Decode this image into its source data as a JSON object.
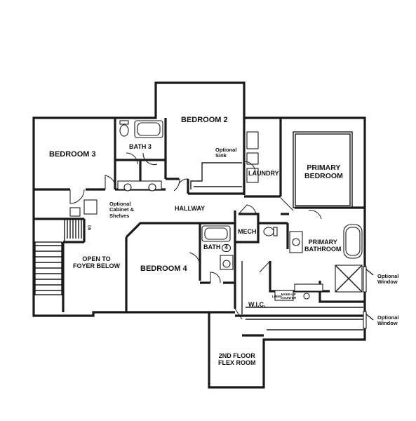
{
  "rooms": {
    "bedroom2": "BEDROOM 2",
    "bedroom3": "BEDROOM 3",
    "bedroom4": "BEDROOM 4",
    "bath3": "BATH 3",
    "bath4_label": "BATH",
    "bath4_num": "4",
    "laundry": "LAUNDRY",
    "primary_bedroom_line1": "PRIMARY",
    "primary_bedroom_line2": "BEDROOM",
    "primary_bathroom_line1": "PRIMARY",
    "primary_bathroom_line2": "BATHROOM",
    "hallway": "HALLWAY",
    "mech": "MECH",
    "wic": "W.I.C.",
    "open_to_foyer_line1": "OPEN TO",
    "open_to_foyer_line2": "FOYER BELOW",
    "flex_line1": "2ND FLOOR",
    "flex_line2": "FLEX ROOM"
  },
  "notes": {
    "optional_sink_line1": "Optional",
    "optional_sink_line2": "Sink",
    "optional_cabinet_line1": "Optional",
    "optional_cabinet_line2": "Cabinet &",
    "optional_cabinet_line3": "Shelves",
    "optional_window1_line1": "Optional",
    "optional_window1_line2": "Window",
    "optional_window2_line1": "Optional",
    "optional_window2_line2": "Window",
    "makeup_counter_line1": "MAKE-UP",
    "makeup_counter_line2": "COUNTER",
    "linen": "LINEN",
    "stair_dn": "DN"
  }
}
